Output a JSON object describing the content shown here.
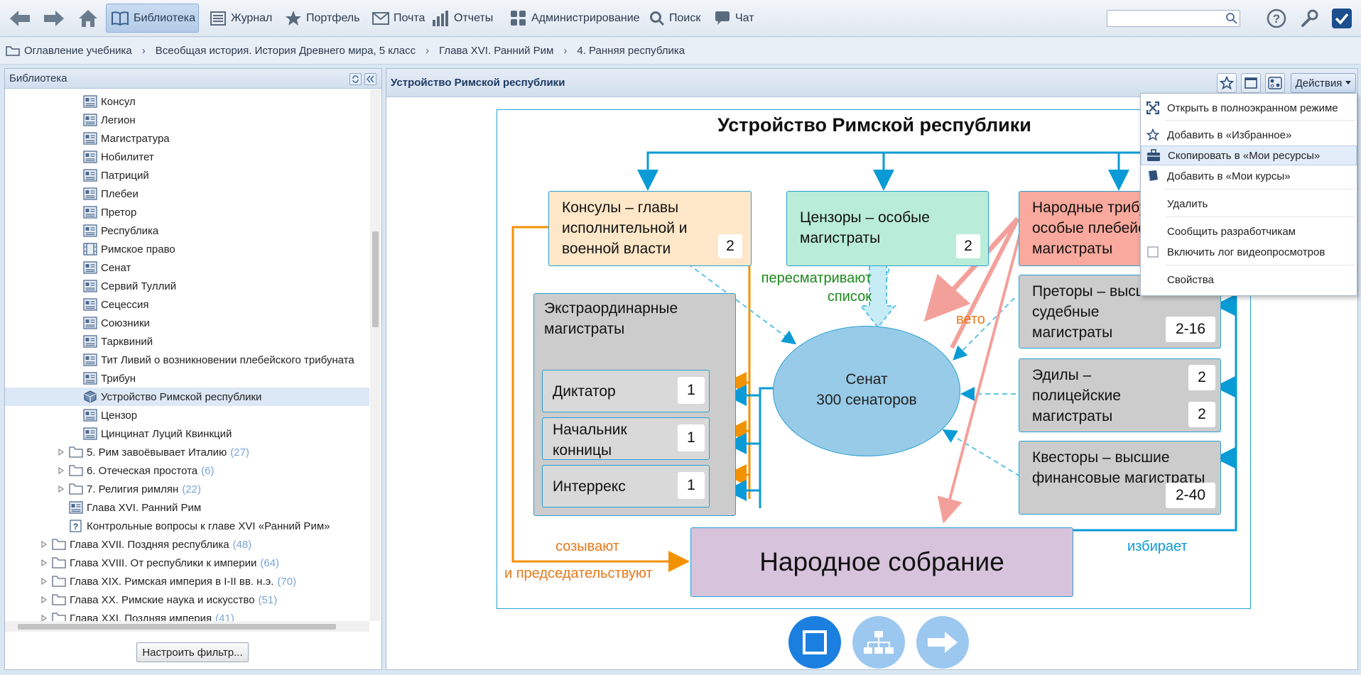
{
  "toolbar": {
    "nav": [
      "Библиотека",
      "Журнал",
      "Портфель",
      "Почта",
      "Отчеты",
      "Администрирование",
      "Поиск",
      "Чат"
    ],
    "search_placeholder": ""
  },
  "breadcrumb": [
    "Оглавление учебника",
    "Всеобщая история. История Древнего мира, 5 класс",
    "Глава XVI. Ранний Рим",
    "4. Ранняя республика"
  ],
  "library": {
    "title": "Библиотека",
    "items": [
      {
        "label": "Консул"
      },
      {
        "label": "Легион"
      },
      {
        "label": "Магистратура"
      },
      {
        "label": "Нобилитет"
      },
      {
        "label": "Патриций"
      },
      {
        "label": "Плебеи"
      },
      {
        "label": "Претор"
      },
      {
        "label": "Республика"
      },
      {
        "label": "Римское право"
      },
      {
        "label": "Сенат"
      },
      {
        "label": "Сервий Туллий"
      },
      {
        "label": "Сецессия"
      },
      {
        "label": "Союзники"
      },
      {
        "label": "Тарквиний"
      },
      {
        "label": "Тит Ливий о возникновении плебейского трибуната"
      },
      {
        "label": "Трибун"
      },
      {
        "label": "Устройство Римской республики"
      },
      {
        "label": "Цензор"
      },
      {
        "label": "Цинцинат Луций Квинкций"
      },
      {
        "label": "5. Рим завоёвывает Италию",
        "count": "(27)"
      },
      {
        "label": "6. Отеческая простота",
        "count": "(6)"
      },
      {
        "label": "7. Религия римлян",
        "count": "(22)"
      },
      {
        "label": "Глава XVI. Ранний Рим"
      },
      {
        "label": "Контрольные вопросы к главе XVI «Ранний Рим»"
      },
      {
        "label": "Глава XVII. Поздняя республика",
        "count": "(48)"
      },
      {
        "label": "Глава XVIII. От республики к империи",
        "count": "(64)"
      },
      {
        "label": "Глава XIX. Римская империя в I-II вв. н.э.",
        "count": "(70)"
      },
      {
        "label": "Глава XX. Римские наука и искусство",
        "count": "(51)"
      },
      {
        "label": "Глава XXI. Поздняя империя",
        "count": "(41)"
      }
    ],
    "filter_button": "Настроить фильтр..."
  },
  "panel": {
    "title": "Устройство Римской республики",
    "actions_label": "Действия"
  },
  "diagram": {
    "title": "Устройство Римской республики",
    "consuls": "Консулы – главы исполнительной и военной власти",
    "consuls_num": "2",
    "censors": "Цензоры – особые магистраты",
    "censors_num": "2",
    "tribunes": "Народные трибуны – особые плебейские магистраты",
    "extraordinary": "Экстраординарные магистраты",
    "dictator": "Диктатор",
    "dictator_num": "1",
    "cavalry": "Начальник конницы",
    "cavalry_num": "1",
    "interrex": "Интеррекс",
    "interrex_num": "1",
    "senate": "Сенат",
    "senate_size": "300 сенаторов",
    "praetors": "Преторы – высшие судебные магистраты",
    "praetors_num": "2-16",
    "aediles": "Эдилы – полицейские магистраты",
    "aediles_num1": "2",
    "aediles_num2": "2",
    "quaestors": "Квесторы – высшие финансовые магистраты",
    "quaestors_num": "2-40",
    "assembly": "Народное собрание",
    "lbl_review": "пересматривают список",
    "lbl_veto": "вето",
    "lbl_convene": "созывают",
    "lbl_preside": "и председательствуют",
    "lbl_elect": "избирает"
  },
  "menu": {
    "items": [
      "Открыть в полноэкранном режиме",
      "Добавить в «Избранное»",
      "Скопировать в «Мои ресурсы»",
      "Добавить в «Мои курсы»",
      "Удалить",
      "Сообщить разработчикам",
      "Включить лог видеопросмотров",
      "Свойства"
    ]
  },
  "colors": {
    "accent": "#1b7fe0",
    "diagram_blue": "#0a9bd6",
    "orange": "#f39200",
    "pink": "#f4a09a",
    "green": "#1a8a1a"
  }
}
